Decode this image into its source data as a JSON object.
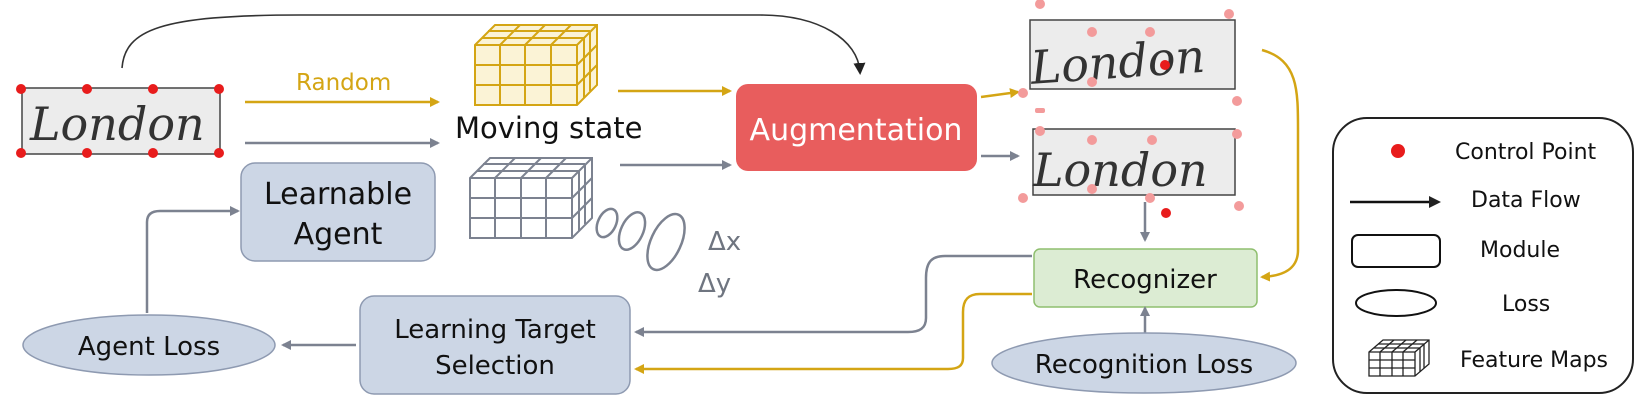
{
  "labels": {
    "random": "Random",
    "moving_state": "Moving state",
    "augmentation": "Augmentation",
    "learnable_agent_line1": "Learnable",
    "learnable_agent_line2": "Agent",
    "delta_x": "Δx",
    "delta_y": "Δy",
    "recognizer": "Recognizer",
    "learning_target_line1": "Learning Target",
    "learning_target_line2": "Selection",
    "agent_loss": "Agent Loss",
    "recognition_loss": "Recognition Loss"
  },
  "legend": {
    "control_point": "Control Point",
    "data_flow": "Data Flow",
    "module": "Module",
    "loss": "Loss",
    "feature_maps": "Feature Maps"
  },
  "word_images": {
    "input": "London",
    "random_augmented": "London",
    "learned_augmented": "London"
  },
  "colors": {
    "gold": "#d4a514",
    "gray": "#7c8290",
    "augmentation_fill": "#e85d5d",
    "recognizer_fill": "#dcecd3",
    "recognizer_stroke": "#8fbf6f",
    "module_fill": "#ccd6e5",
    "module_stroke": "#8e9ab1",
    "control_point": "#e81c1c",
    "control_point_light": "#f39b9b"
  }
}
